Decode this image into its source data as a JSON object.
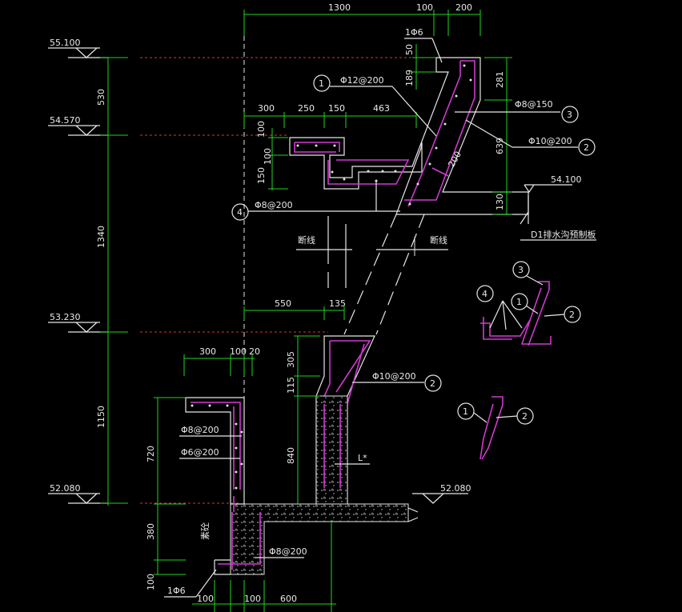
{
  "elevations": [
    "55.100",
    "54.570",
    "53.230",
    "52.080",
    "52.080"
  ],
  "top_dims": [
    "1300",
    "100",
    "200"
  ],
  "upper_dims": [
    "300",
    "250",
    "150",
    "463"
  ],
  "left_vertical_dims": [
    "530",
    "1340",
    "1150"
  ],
  "upper_vertical_dims": [
    "50",
    "189",
    "281",
    "639",
    "130",
    "100",
    "150",
    "100"
  ],
  "slope_dim": "200",
  "upper_labels": {
    "r_1d6_top": "1Φ6",
    "r_phi12": "Φ12@200",
    "r_phi8_150": "Φ8@150",
    "r_phi10_200": "Φ10@200",
    "r_phi8_200": "Φ8@200",
    "elev_right": "54.100",
    "note_d1": "D1排水沟预制板"
  },
  "break_labels": [
    "断线",
    "断线"
  ],
  "mid_dims": [
    "550",
    "135"
  ],
  "lower_dims": [
    "300",
    "100",
    "20"
  ],
  "lower_vertical_dims": [
    "305",
    "115",
    "840",
    "720",
    "380",
    "100"
  ],
  "lower_labels": {
    "phi10_200": "Φ10@200",
    "phi8_200a": "Φ8@200",
    "phi6_200": "Φ6@200",
    "phi8_200b": "Φ8@200",
    "l_star": "L*",
    "r_1d6_bot": "1Φ6",
    "side_note": "素砼"
  },
  "bottom_dims": [
    "100",
    "100",
    "600"
  ],
  "callouts": [
    "1",
    "2",
    "3",
    "4"
  ]
}
